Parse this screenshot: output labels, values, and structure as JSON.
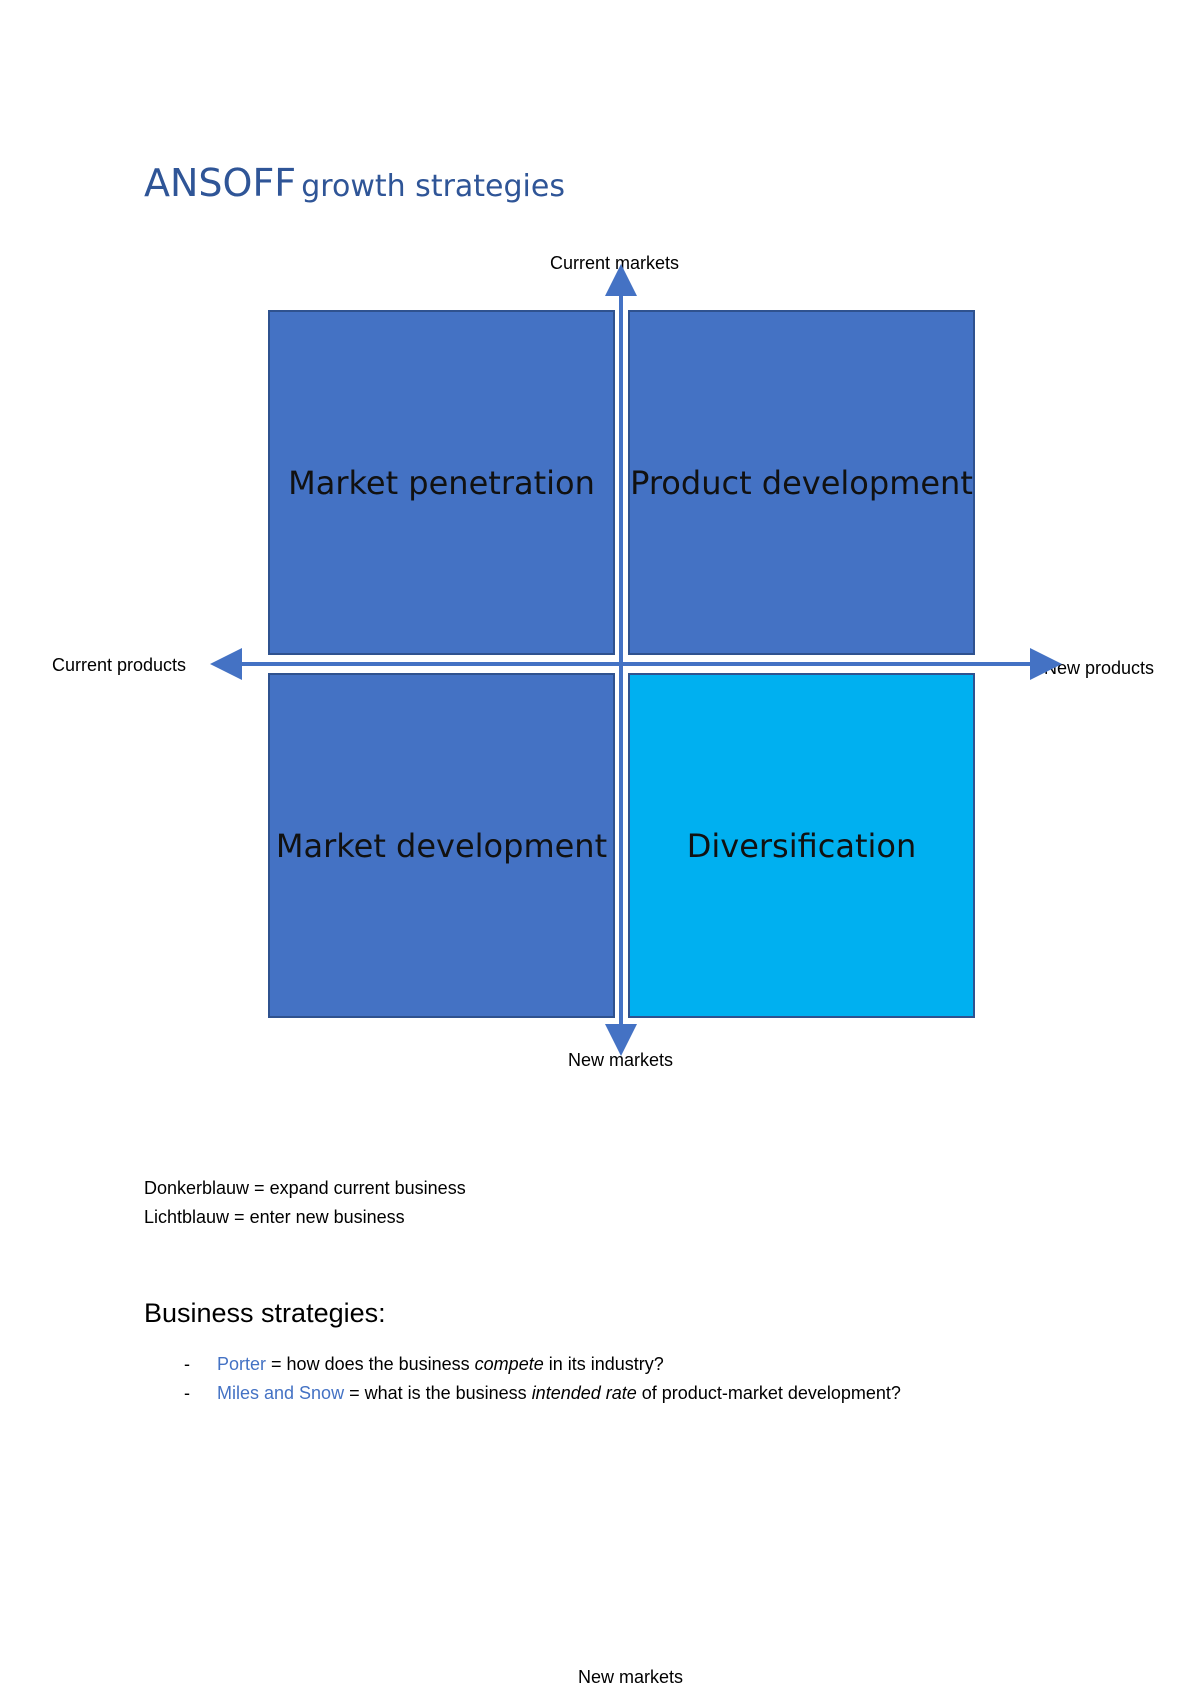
{
  "title": {
    "main": "ANSOFF",
    "sub": "growth strategies"
  },
  "axes": {
    "top": "Current markets",
    "bottom": "New markets",
    "left": "Current products",
    "right": "New products"
  },
  "quadrants": {
    "top_left": "Market penetration",
    "top_right": "Product development",
    "bottom_left": "Market development",
    "bottom_right": "Diversification"
  },
  "colors": {
    "dark_blue": "#4472c4",
    "light_blue": "#00b0f0",
    "axis": "#4472c4",
    "title": "#2f5597"
  },
  "legend": [
    "Donkerblauw = expand current business",
    "Lichtblauw = enter new business"
  ],
  "business": {
    "heading": "Business strategies:",
    "items": [
      {
        "bullet": "-",
        "name": "Porter",
        "before": " = how does the business ",
        "emph": "compete",
        "after": " in its industry?"
      },
      {
        "bullet": "-",
        "name": "Miles and Snow",
        "before": " = what is the business ",
        "emph": "intended rate",
        "after": " of product-market development?"
      }
    ]
  },
  "footer": "New markets"
}
